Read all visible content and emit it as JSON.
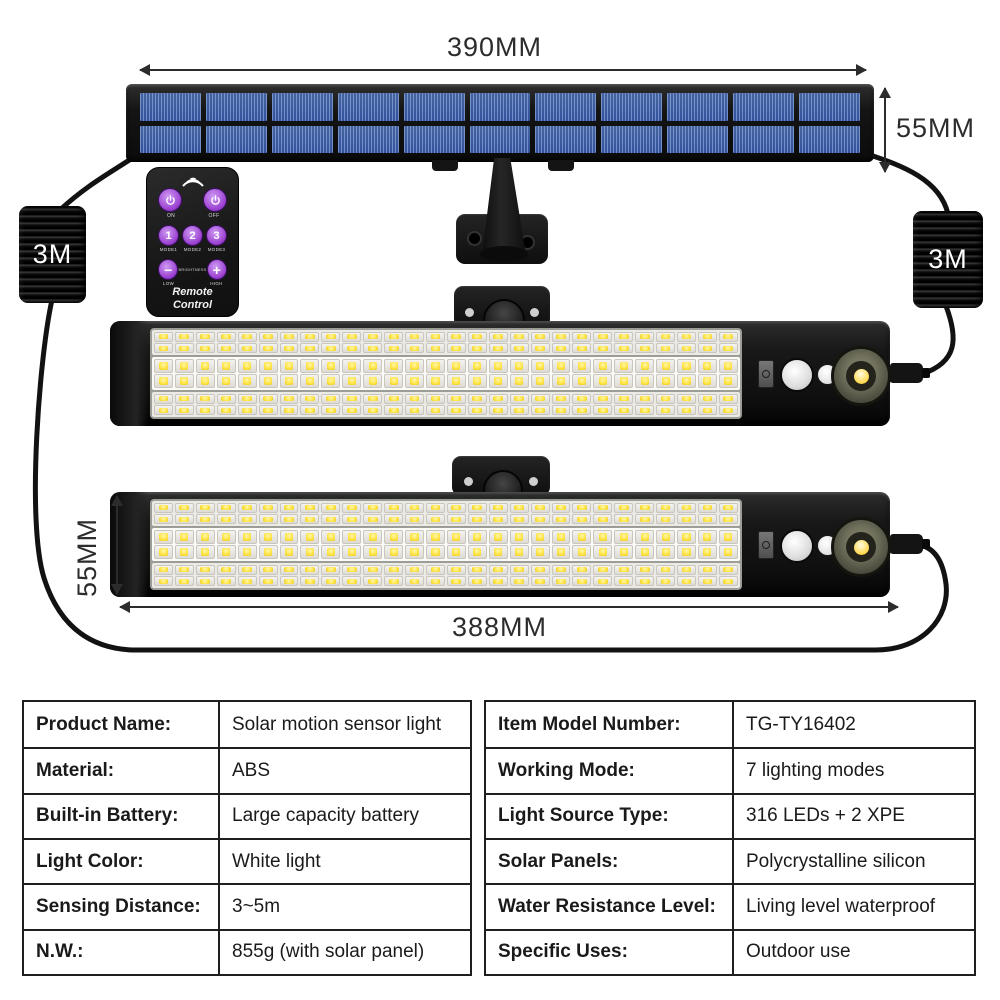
{
  "dimensions": {
    "panel_width_label": "390MM",
    "panel_height_label": "55MM",
    "light_height_label": "55MM",
    "light_width_label": "388MM",
    "cable_left_label": "3M",
    "cable_right_label": "3M"
  },
  "remote": {
    "power_on_label": "ON",
    "power_off_label": "OFF",
    "mode_buttons": [
      {
        "digit": "1",
        "label": "MODE1"
      },
      {
        "digit": "2",
        "label": "MODE2"
      },
      {
        "digit": "3",
        "label": "MODE3"
      }
    ],
    "minus_symbol": "−",
    "plus_symbol": "+",
    "center_label": "BRIGHTNESS",
    "low_label": "LOW",
    "high_label": "HIGH",
    "brand_label": "Remote Control"
  },
  "spec_table_left": {
    "rows": [
      {
        "label": "Product Name:",
        "value": "Solar motion sensor light"
      },
      {
        "label": "Material:",
        "value": "ABS"
      },
      {
        "label": "Built-in Battery:",
        "value": "Large capacity battery"
      },
      {
        "label": "Light Color:",
        "value": "White light"
      },
      {
        "label": "Sensing Distance:",
        "value": "3~5m"
      },
      {
        "label": "N.W.:",
        "value": "855g (with solar panel)"
      }
    ]
  },
  "spec_table_right": {
    "rows": [
      {
        "label": "Item Model Number:",
        "value": "TG-TY16402"
      },
      {
        "label": "Working Mode:",
        "value": "7 lighting modes"
      },
      {
        "label": "Light Source Type:",
        "value": "316 LEDs + 2 XPE"
      },
      {
        "label": "Solar Panels:",
        "value": "Polycrystalline silicon"
      },
      {
        "label": "Water Resistance Level:",
        "value": "Living level waterproof"
      },
      {
        "label": "Specific Uses:",
        "value": "Outdoor use"
      }
    ]
  },
  "colors": {
    "accent_button": "#9a3fd0",
    "solar_cell": "#33529b",
    "led_yellow": "#ffe23e"
  }
}
